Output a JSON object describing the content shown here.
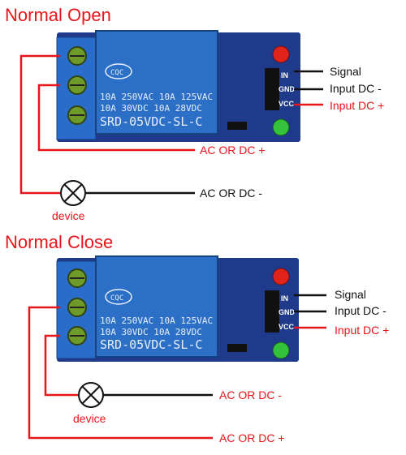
{
  "diagrams": [
    {
      "title": "Normal Open",
      "pins": [
        "IN",
        "GND",
        "VCC"
      ],
      "signal_labels": [
        "Signal",
        "Input DC -",
        "Input DC +"
      ],
      "relay_lines": [
        "10A 250VAC  10A 125VAC",
        "10A  30VDC  10A  28VDC",
        "SRD-05VDC-SL-C"
      ],
      "load_labels": [
        "AC OR DC +",
        "AC OR DC -"
      ],
      "device_label": "device",
      "relay_brand": "CQC"
    },
    {
      "title": "Normal Close",
      "pins": [
        "IN",
        "GND",
        "VCC"
      ],
      "signal_labels": [
        "Signal",
        "Input DC -",
        "Input DC +"
      ],
      "relay_lines": [
        "10A 250VAC  10A 125VAC",
        "10A  30VDC  10A  28VDC",
        "SRD-05VDC-SL-C"
      ],
      "load_labels": [
        "AC OR DC -",
        "AC OR DC +"
      ],
      "device_label": "device",
      "relay_brand": "CQC"
    }
  ],
  "colors": {
    "red_wire": "#e8151a",
    "black_wire": "#111111",
    "board": "#1f3a8a",
    "relay": "#2c6fc6"
  }
}
